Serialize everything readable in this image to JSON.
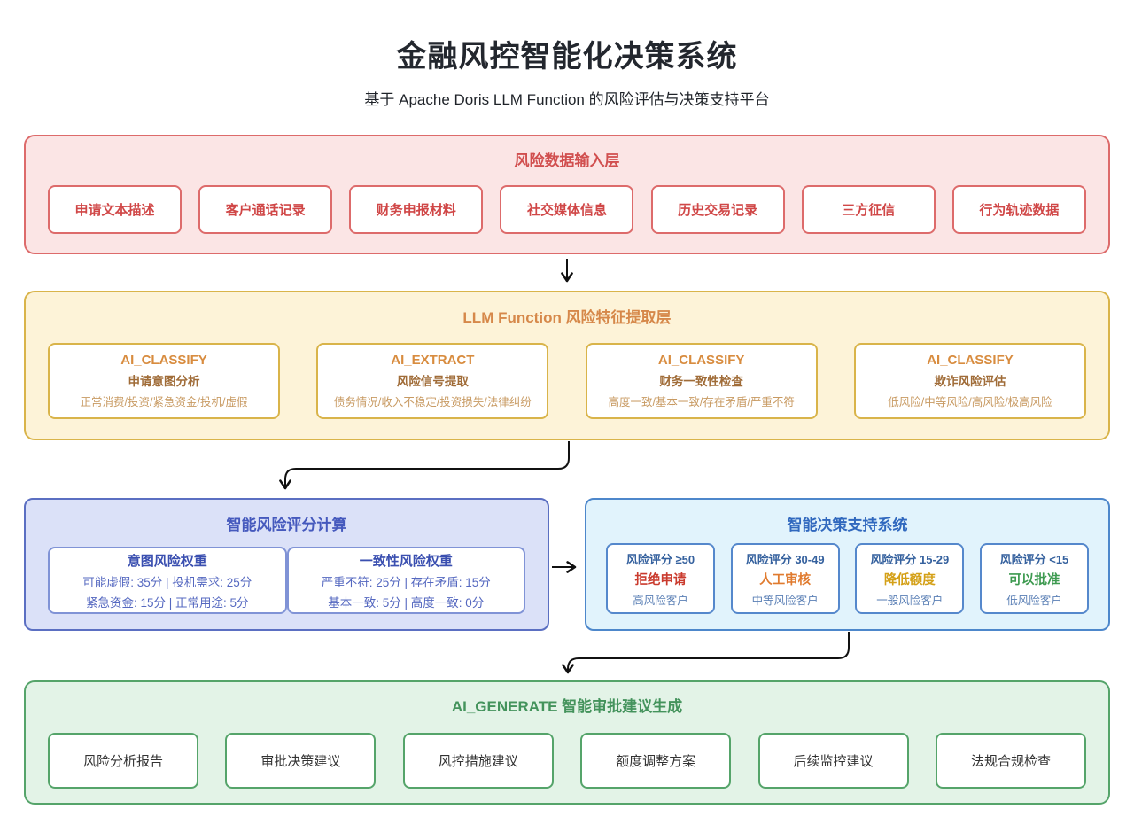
{
  "header": {
    "title": "金融风控智能化决策系统",
    "subtitle": "基于 Apache Doris LLM Function 的风险评估与决策支持平台"
  },
  "input_layer": {
    "title": "风险数据输入层",
    "items": [
      "申请文本描述",
      "客户通话记录",
      "财务申报材料",
      "社交媒体信息",
      "历史交易记录",
      "三方征信",
      "行为轨迹数据"
    ]
  },
  "llm_layer": {
    "title": "LLM Function 风险特征提取层",
    "functions": [
      {
        "name": "AI_CLASSIFY",
        "task": "申请意图分析",
        "outputs": "正常消费/投资/紧急资金/投机/虚假"
      },
      {
        "name": "AI_EXTRACT",
        "task": "风险信号提取",
        "outputs": "债务情况/收入不稳定/投资损失/法律纠纷"
      },
      {
        "name": "AI_CLASSIFY",
        "task": "财务一致性检查",
        "outputs": "高度一致/基本一致/存在矛盾/严重不符"
      },
      {
        "name": "AI_CLASSIFY",
        "task": "欺诈风险评估",
        "outputs": "低风险/中等风险/高风险/极高风险"
      }
    ]
  },
  "scoring": {
    "title": "智能风险评分计算",
    "weights": [
      {
        "name": "意图风险权重",
        "line1": "可能虚假: 35分 | 投机需求: 25分",
        "line2": "紧急资金: 15分 | 正常用途: 5分"
      },
      {
        "name": "一致性风险权重",
        "line1": "严重不符: 25分 | 存在矛盾: 15分",
        "line2": "基本一致: 5分 | 高度一致: 0分"
      }
    ]
  },
  "decision": {
    "title": "智能决策支持系统",
    "rules": [
      {
        "score": "风险评分 ≥50",
        "action": "拒绝申请",
        "segment": "高风险客户",
        "action_color": "#ca3b2e"
      },
      {
        "score": "风险评分 30-49",
        "action": "人工审核",
        "segment": "中等风险客户",
        "action_color": "#e07b2f"
      },
      {
        "score": "风险评分 15-29",
        "action": "降低额度",
        "segment": "一般风险客户",
        "action_color": "#d4a017"
      },
      {
        "score": "风险评分 <15",
        "action": "可以批准",
        "segment": "低风险客户",
        "action_color": "#3d9a50"
      }
    ]
  },
  "generate_layer": {
    "title": "AI_GENERATE 智能审批建议生成",
    "items": [
      "风险分析报告",
      "审批决策建议",
      "风控措施建议",
      "额度调整方案",
      "后续监控建议",
      "法规合规检查"
    ]
  },
  "colors": {
    "input_border": "#dd6b6b",
    "input_bg": "#fbe5e5",
    "input_text": "#d14f4f",
    "llm_border": "#d9b44a",
    "llm_bg": "#fdf3d8",
    "llm_title": "#d6884a",
    "scoring_border": "#5b6fc2",
    "scoring_bg": "#dbe1f8",
    "scoring_title": "#4559bd",
    "decision_border": "#4d87cb",
    "decision_bg": "#e1f3fc",
    "decision_title": "#3068be",
    "generate_border": "#55a46a",
    "generate_bg": "#e3f3e7",
    "generate_title": "#44935c",
    "arrow": "#111111"
  }
}
